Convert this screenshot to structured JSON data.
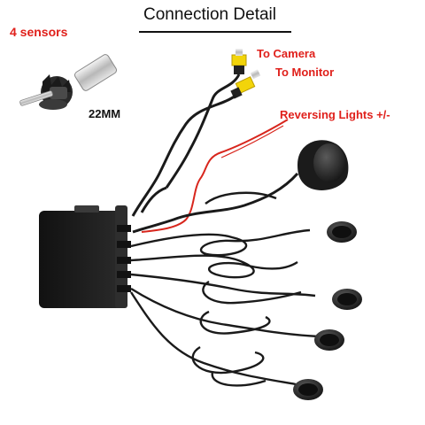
{
  "heading": "Connection Detail",
  "sensor_count": "4 sensors",
  "drill_size": "22MM",
  "labels": {
    "camera": "To Camera",
    "monitor": "To Monitor",
    "reversing": "Reversing Lights +/-"
  },
  "colors": {
    "label_red": "#e0201b",
    "rca_yellow": "#f2d40a",
    "cable_black": "#1a1a1a",
    "wire_red": "#d8261d"
  },
  "icons": [
    "hole-saw-drill-bit-icon",
    "control-box",
    "buzzer",
    "parking-sensor"
  ]
}
